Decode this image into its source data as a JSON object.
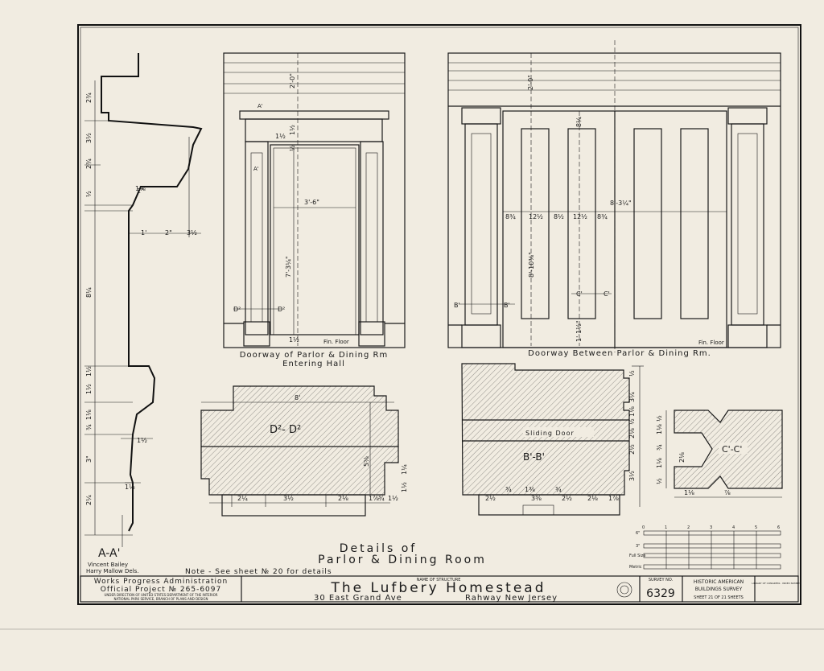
{
  "sheet": {
    "title_block": {
      "wpa_line": "Works Progress Administration",
      "official_project": "Official Project № 265-6097",
      "under_direction_1": "UNDER DIRECTION OF UNITED STATES DEPARTMENT OF THE INTERIOR",
      "under_direction_2": "NATIONAL PARK SERVICE, BRANCH OF PLANS AND DESIGN",
      "name_of_structure_label": "NAME OF STRUCTURE",
      "structure_name": "The Lufbery Homestead",
      "address": "30 East Grand Ave",
      "location": "Rahway New Jersey",
      "survey_no_label": "SURVEY NO.",
      "survey_no": "6329",
      "habs_line1": "HISTORIC AMERICAN",
      "habs_line2": "BUILDINGS SURVEY",
      "sheet_label": "SHEET 21 OF 21 SHEETS",
      "library_note": "LIBRARY OF CONGRESS · INDEX NUMBER"
    },
    "drawing_title_line1": "Details of",
    "drawing_title_line2": "Parlor & Dining Room",
    "note": "Note - See sheet № 20 for details",
    "delineators": [
      "Vincent Bailey",
      "Harry Mallow Dels."
    ],
    "section_aa_label": "A-A'",
    "views": {
      "doorway_parlor_caption_1": "Doorway of Parlor & Dining Rm",
      "doorway_parlor_caption_2": "Entering Hall",
      "doorway_between_caption": "Doorway Between Parlor & Dining Rm.",
      "d2_label": "D²- D²",
      "b1_label": "B'-B'",
      "c1_label": "C'-C'",
      "sliding_door": "Sliding Door",
      "fin_floor": "Fin. Floor",
      "fin_floor_2": "Fin. Floor"
    },
    "scales": {
      "ticks": [
        "0",
        "1",
        "2",
        "3",
        "4",
        "5",
        "6"
      ],
      "row_labels": [
        "6\"",
        "3\"",
        "Full Size",
        "Metric"
      ]
    },
    "dimensions": {
      "aa": [
        "2¾",
        "3½",
        "2¾",
        "½",
        "1'",
        "2\"",
        "2\"",
        "3½",
        "8¼",
        "1½",
        "1½",
        "1⅛",
        "¾",
        "1½",
        "3\"",
        "1½",
        "2¼",
        "1⅛"
      ],
      "doorway_parlor": [
        "2'-0\"",
        "1½",
        "½",
        "3'-6\"",
        "7'-3¼\"",
        "1½",
        "1½"
      ],
      "doorway_between": [
        "2'-0\"",
        "8¼",
        "8'-3¼\"",
        "8¾",
        "12½",
        "8½",
        "12½",
        "8¾",
        "8'-10⅜\"",
        "1'-1½\""
      ],
      "d2": [
        "8'",
        "5⅝",
        "2¼",
        "3½",
        "2⅛",
        "1⅞",
        "¾",
        "1½",
        "1¼",
        "1½"
      ],
      "b1": [
        "2½",
        "¾",
        "1⅜",
        "3⅜",
        "2½",
        "2⅛",
        "¾",
        "1⅞",
        "½",
        "3¼",
        "1⅛",
        "½",
        "2⅛",
        "2½",
        "3½"
      ],
      "c1": [
        "½",
        "1⅛",
        "2⅛",
        "¾",
        "1⅛",
        "½",
        "1⅛",
        "⅞"
      ]
    }
  }
}
